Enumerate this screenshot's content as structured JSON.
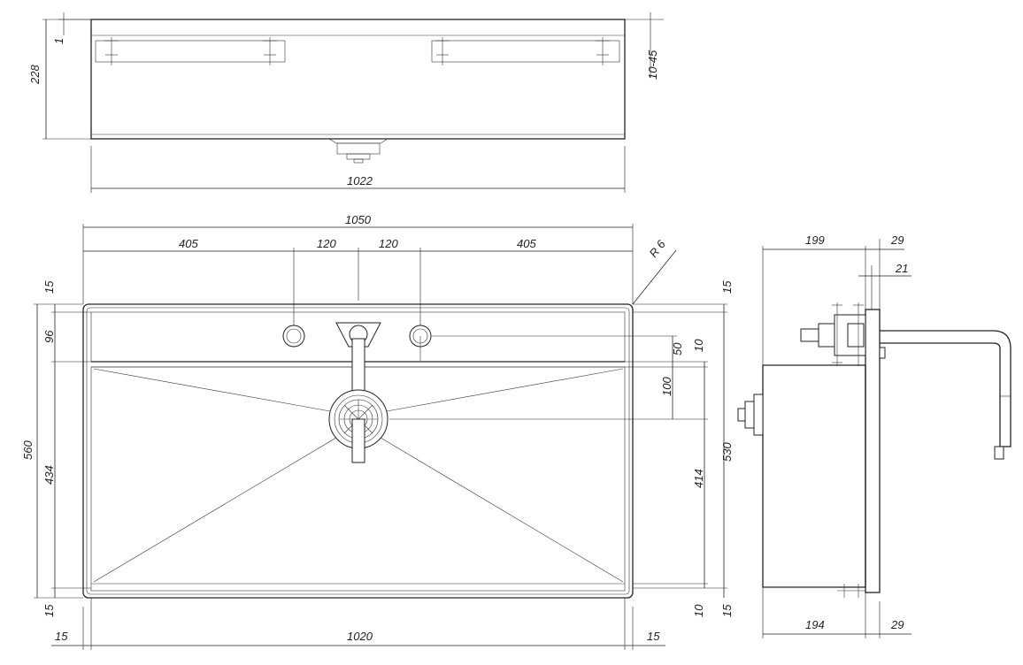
{
  "top_view": {
    "dims": {
      "thickness": "1",
      "height": "228",
      "rail_range": "10-45",
      "width": "1022"
    }
  },
  "plan_view": {
    "dims": {
      "overall_width": "1050",
      "left_offset": "405",
      "left_center": "120",
      "right_center": "120",
      "right_offset": "405",
      "radius": "R 6",
      "top_rim_left": "15",
      "top_rim_right": "15",
      "deck_depth": "96",
      "overall_depth": "560",
      "bowl_depth_left": "434",
      "bottom_rim_left": "15",
      "tap_to_drain_a": "50",
      "tap_to_drain_b": "10",
      "drain_offset": "100",
      "bowl_depth_right": "414",
      "inner_depth": "530",
      "bottom_rim_right_a": "10",
      "bottom_rim_right_b": "15",
      "bottom_left": "15",
      "bottom_width": "1020",
      "bottom_right": "15"
    }
  },
  "side_view": {
    "dims": {
      "top_depth": "199",
      "top_wall": "29",
      "mount_offset": "21",
      "bottom_depth": "194",
      "bottom_wall": "29"
    }
  }
}
